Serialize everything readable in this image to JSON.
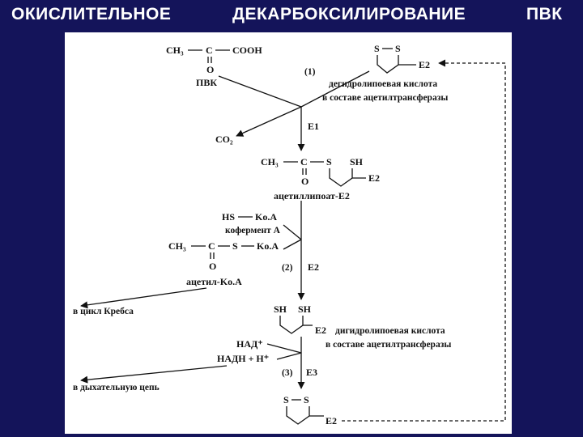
{
  "title": {
    "part1": "ОКИСЛИТЕЛЬНОЕ",
    "part2": "ДЕКАРБОКСИЛИРОВАНИЕ",
    "part3": "ПВК"
  },
  "scheme": {
    "pyruvate": {
      "ch3": "CH₃",
      "c": "C",
      "cooh": "COOH",
      "o": "O",
      "name": "ПВК"
    },
    "lipoate_oxidized": {
      "s1": "S",
      "s2": "S",
      "enzyme": "E2"
    },
    "step1": "(1)",
    "lipoate_oxidized_desc": [
      "дегидролипоевая кислота",
      "в составе ацетилтрансферазы"
    ],
    "e1": "E1",
    "co2": "CO₂",
    "acetyllipoate": {
      "ch3": "CH₃",
      "c": "C",
      "s": "S",
      "sh": "SH",
      "o": "O",
      "enzyme": "E2",
      "name": "ацетиллипоат-E2"
    },
    "coa": {
      "hs": "HS",
      "koa": "Ko.A",
      "name": "кофермент A"
    },
    "acetyl_coa": {
      "ch3": "CH₃",
      "c": "C",
      "s": "S",
      "koa": "Ko.A",
      "o": "O",
      "name": "ацетил-Ko.A"
    },
    "step2": "(2)",
    "e2": "E2",
    "krebs": "в цикл Кребса",
    "lipoate_reduced": {
      "sh1": "SH",
      "sh2": "SH",
      "enzyme": "E2"
    },
    "lipoate_reduced_desc": [
      "дигидролипоевая кислота",
      "в составе ацетилтрансферазы"
    ],
    "nad": "НАД⁺",
    "nadh": "НАДН + Н⁺",
    "step3": "(3)",
    "e3": "E3",
    "resp_chain": "в дыхательную цепь",
    "lipoate_regen": {
      "s1": "S",
      "s2": "S",
      "enzyme": "E2"
    }
  }
}
